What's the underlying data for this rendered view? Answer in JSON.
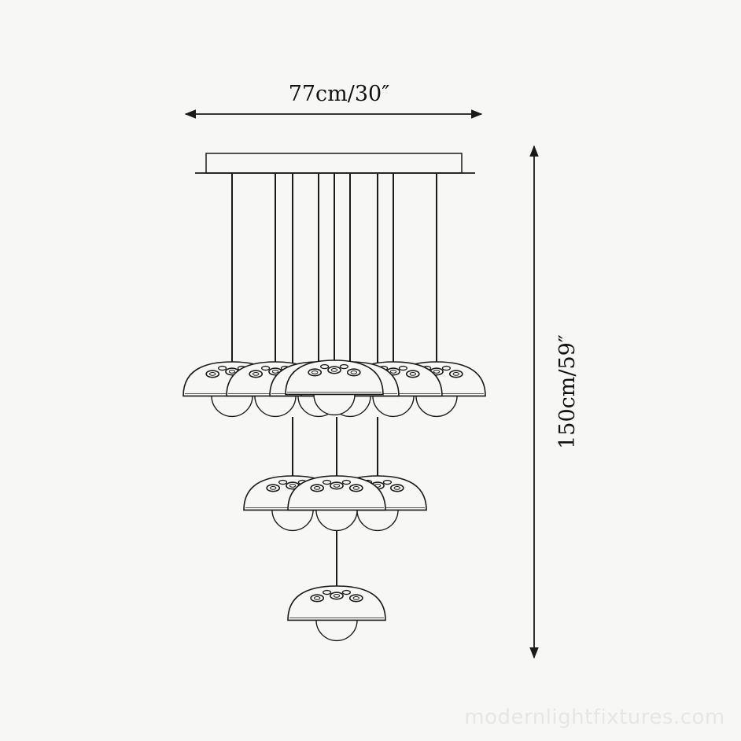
{
  "dimensions": {
    "width_label": "77cm/30″",
    "height_label": "150cm/59″"
  },
  "watermark": "modernlightfixtures.com",
  "fixture": {
    "tiers": [
      {
        "tier": 1,
        "shade_count": 7
      },
      {
        "tier": 2,
        "shade_count": 3
      },
      {
        "tier": 3,
        "shade_count": 1
      }
    ]
  },
  "colors": {
    "line": "#1a1a1a",
    "background": "#f7f7f5",
    "watermark": "#e6e6e4"
  }
}
